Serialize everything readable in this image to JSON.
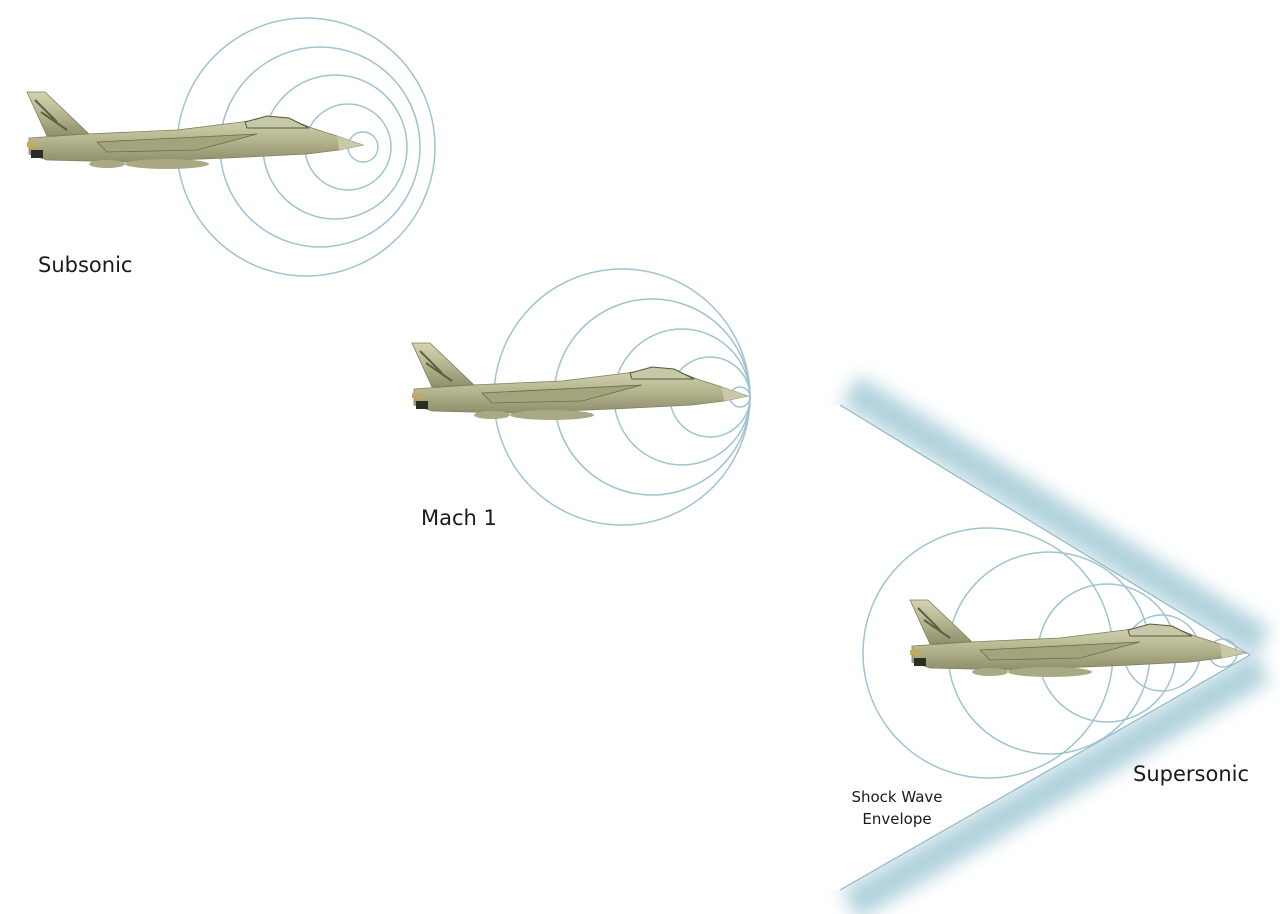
{
  "labels": {
    "subsonic": "Subsonic",
    "mach1": "Mach 1",
    "supersonic": "Supersonic",
    "shock_wave_line1": "Shock Wave",
    "shock_wave_line2": "Envelope"
  },
  "colors": {
    "wave": "#9fc3d0",
    "glow": "#a9cdd9",
    "jet_body": "#b9b993",
    "jet_dark": "#6f7152",
    "text": "#1a1a1a"
  }
}
